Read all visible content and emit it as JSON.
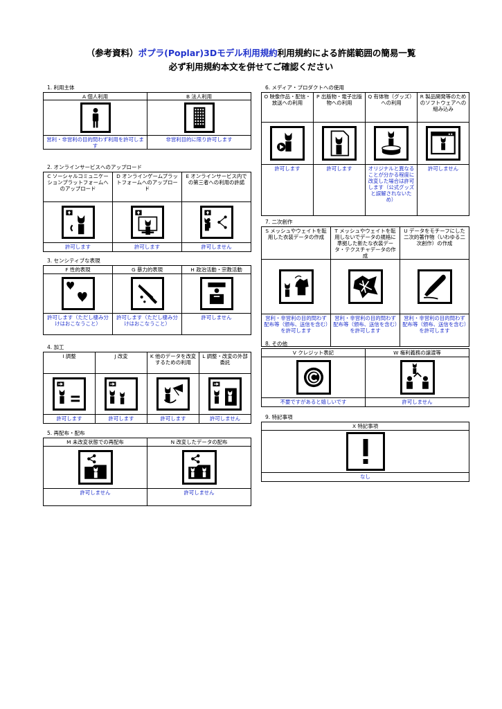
{
  "title": {
    "prefix": "（参考資料）",
    "link": "ポプラ(Poplar)3Dモデル利用規約",
    "suffix": "利用規約による許諾範囲の簡易一覧",
    "line2": "必ず利用規約本文を併せてご確認ください"
  },
  "sections": {
    "s1": {
      "label": "1. 利用主体",
      "cells": [
        {
          "head": "A 個人利用",
          "icon": "person-icon",
          "foot": "営利・非営利の目的問わず利用を許可します"
        },
        {
          "head": "B 法人利用",
          "icon": "office-building-icon",
          "foot": "非営利目的に限り許可します"
        }
      ]
    },
    "s2": {
      "label": "2. オンラインサービスへのアップロード",
      "cells": [
        {
          "head": "C ソーシャルコミュニケーションプラットフォームへのアップロード",
          "icon": "upload-cat-icon",
          "foot": "許可します"
        },
        {
          "head": "D オンラインゲームプラットフォームへのアップロード",
          "icon": "upload-monitor-icon",
          "foot": "許可します"
        },
        {
          "head": "E オンラインサービス内での第三者への利用の許諾",
          "icon": "upload-share-icon",
          "foot": "許可しません"
        }
      ]
    },
    "s3": {
      "label": "3. センシティブな表現",
      "cells": [
        {
          "head": "F 性的表現",
          "icon": "hearts-icon",
          "foot": "許可します（ただし棲み分けはおこなうこと）"
        },
        {
          "head": "G 暴力的表現",
          "icon": "knife-icon",
          "foot": "許可します（ただし棲み分けはおこなうこと）"
        },
        {
          "head": "H 政治活動・宗教活動",
          "icon": "podium-speaker-icon",
          "foot": "許可しません"
        }
      ]
    },
    "s4": {
      "label": "4. 加工",
      "cells": [
        {
          "head": "I 調整",
          "icon": "adjust-equal-icon",
          "foot": "許可します"
        },
        {
          "head": "J 改変",
          "icon": "modify-cat-icon",
          "foot": "許可します"
        },
        {
          "head": "K 他のデータを改変するための利用",
          "icon": "ribbon-cat-icon",
          "foot": "許可します"
        },
        {
          "head": "L 調整・改変の外部委託",
          "icon": "outsource-cat-icon",
          "foot": "許可しません"
        }
      ]
    },
    "s5": {
      "label": "5. 再配布・配布",
      "cells": [
        {
          "head": "M 未改変状態での再配布",
          "icon": "share-folder-icon",
          "foot": "許可しません"
        },
        {
          "head": "N 改変したデータの配布",
          "icon": "share-modified-folder-icon",
          "foot": "許可しません"
        }
      ]
    },
    "s6": {
      "label": "6. メディア・プロダクトへの使用",
      "cells": [
        {
          "head": "O 映像作品・配信・放送への利用",
          "icon": "video-cat-icon",
          "foot": "許可します"
        },
        {
          "head": "P 出版物・電子出版物への利用",
          "icon": "document-cat-icon",
          "foot": "許可します"
        },
        {
          "head": "Q 有体物（グッズ）への利用",
          "icon": "figure-goods-icon",
          "foot": "オリジナルと異なることが分かる程度に改変した場合は許可します（公式グッズと誤解されないため）"
        },
        {
          "head": "R 製品開発等のためのソフトウェアへの組み込み",
          "icon": "software-window-icon",
          "foot": "許可しません"
        }
      ]
    },
    "s7": {
      "label": "7. 二次創作",
      "cells": [
        {
          "head": "S メッシュやウェイトを転用した衣装データの作成",
          "icon": "cat-clothing-icon",
          "foot": "営利・非営利の目的問わず配布等（頒布、送信を含む）を許可します"
        },
        {
          "head": "T メッシュやウェイトを転用しないでデータの規格に準拠した新たな衣装データ・テクスチャデータの作成",
          "icon": "cloth-texture-icon",
          "foot": "営利・非営利の目的問わず配布等（頒布、送信を含む）を許可します"
        },
        {
          "head": "U データをモチーフにした二次的著作物（いわゆる二次創作）の作成",
          "icon": "pen-nib-icon",
          "foot": "営利・非営利の目的問わず配布等（頒布、送信を含む）を許可します"
        }
      ]
    },
    "s8": {
      "label": "8. その他",
      "cells": [
        {
          "head": "V クレジット表記",
          "icon": "copyright-icon",
          "foot": "不要ですがあると嬉しいです"
        },
        {
          "head": "W 権利義務の譲渡等",
          "icon": "transfer-people-icon",
          "foot": "許可しません"
        }
      ]
    },
    "s9": {
      "label": "9. 特記事項",
      "cells": [
        {
          "head": "X 特記事項",
          "icon": "exclamation-icon",
          "foot": "なし"
        }
      ]
    }
  }
}
